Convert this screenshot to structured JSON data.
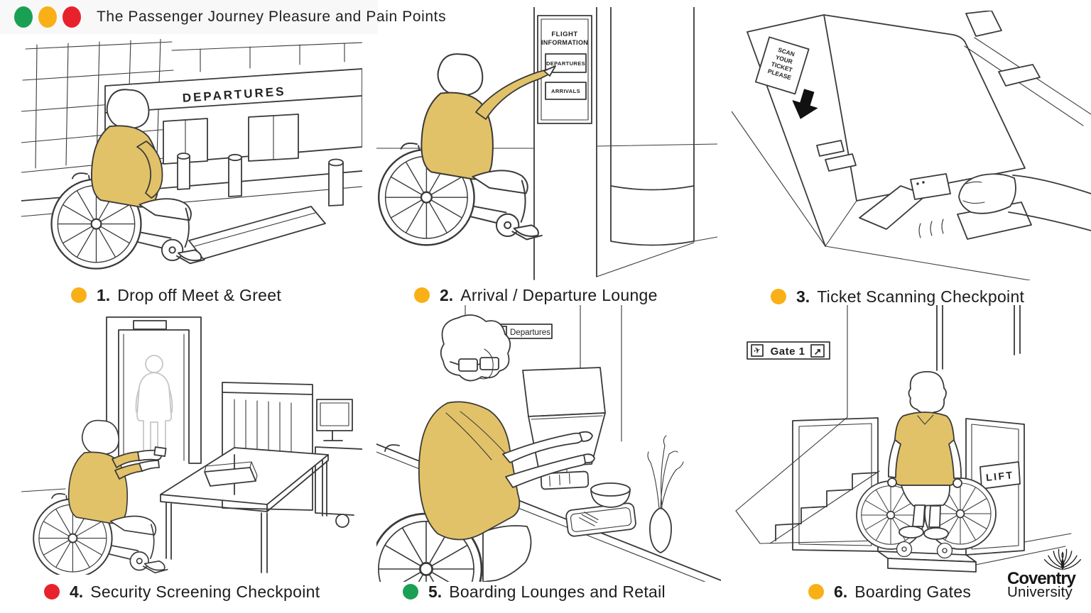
{
  "header": {
    "title": "The Passenger Journey Pleasure and Pain Points",
    "traffic_lights": [
      {
        "name": "green-dot",
        "color": "#1aa053"
      },
      {
        "name": "amber-dot",
        "color": "#f9b016"
      },
      {
        "name": "red-dot",
        "color": "#e8222c"
      }
    ]
  },
  "colors": {
    "shirt": "#e2c268",
    "line": "#3a3a3a",
    "ghost": "#c6c6c6"
  },
  "icons": {
    "plane": "✈",
    "arrow_up_right": "↗"
  },
  "panels": [
    {
      "number": "1.",
      "label": "Drop off Meet & Greet",
      "status_color": "#f9b016",
      "signs": {
        "banner": "DEPARTURES"
      }
    },
    {
      "number": "2.",
      "label": "Arrival / Departure Lounge",
      "status_color": "#f9b016",
      "signs": {
        "board_title_line1": "FLIGHT",
        "board_title_line2": "INFORMATION",
        "departures": "DEPARTURES",
        "arrivals": "ARRIVALS"
      }
    },
    {
      "number": "3.",
      "label": "Ticket Scanning Checkpoint",
      "status_color": "#f9b016",
      "signs": {
        "scan_line1": "SCAN",
        "scan_line2": "YOUR",
        "scan_line3": "TICKET",
        "scan_line4": "PLEASE"
      }
    },
    {
      "number": "4.",
      "label": "Security Screening Checkpoint",
      "status_color": "#e8222c",
      "signs": {}
    },
    {
      "number": "5.",
      "label": "Boarding Lounges and Retail",
      "status_color": "#1aa053",
      "signs": {
        "direction": "Departures"
      }
    },
    {
      "number": "6.",
      "label": "Boarding Gates",
      "status_color": "#f9b016",
      "signs": {
        "gate": "Gate 1",
        "lift": "LIFT"
      }
    }
  ],
  "logo": {
    "line1": "Coventry",
    "line2": "University"
  }
}
